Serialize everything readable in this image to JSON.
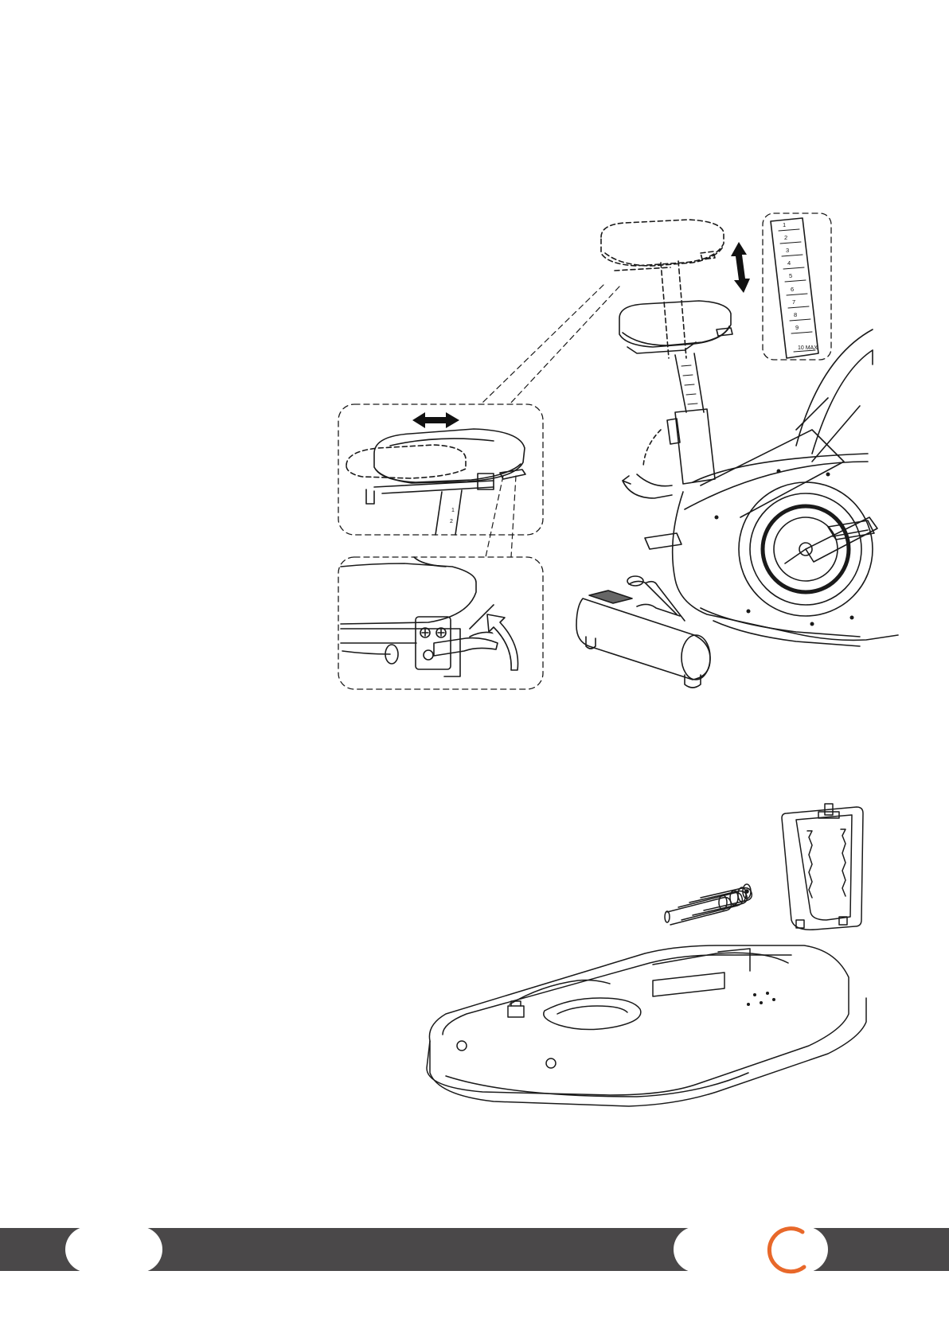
{
  "seat_height_scale": {
    "marks": [
      "1",
      "2",
      "3",
      "4",
      "5",
      "6",
      "7",
      "8",
      "9",
      "10 MAX"
    ]
  },
  "post_scale_small": [
    "1",
    "2"
  ],
  "footer": {
    "page_number": "",
    "bar_color": "#4a4849",
    "brand_accent": "#e8682a"
  }
}
